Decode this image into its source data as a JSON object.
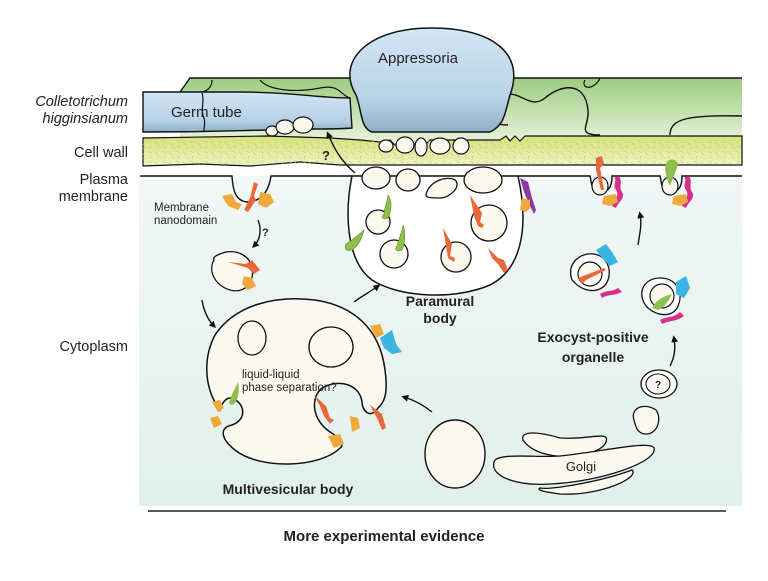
{
  "left_labels": {
    "organism_line1": "Colletotrichum",
    "organism_line2": "higginsianum",
    "cell_wall": "Cell wall",
    "plasma_membrane_line1": "Plasma",
    "plasma_membrane_line2": "membrane",
    "cytoplasm": "Cytoplasm"
  },
  "structures": {
    "germ_tube": "Germ tube",
    "appressoria": "Appressoria",
    "membrane_nanodomain_line1": "Membrane",
    "membrane_nanodomain_line2": "nanodomain",
    "paramural_body_line1": "Paramural",
    "paramural_body_line2": "body",
    "multivesicular_body": "Multivesicular body",
    "llps_line1": "liquid-liquid",
    "llps_line2": "phase separation?",
    "exocyst_line1": "Exocyst-positive",
    "exocyst_line2": "organelle",
    "golgi": "Golgi"
  },
  "question_marks": {
    "cell_wall_q": "?",
    "nanodomain_q": "?",
    "exocyst_q": "?"
  },
  "footer": {
    "evidence_axis": "More experimental evidence"
  },
  "colors": {
    "fungus_blue": "#bcd7ea",
    "plant_green": "#a9d18e",
    "cell_wall_yellow": "#dde68a",
    "cytoplasm": "#e6f2ee",
    "vesicle_fill": "#fbf9ef",
    "protein_orange": "#f0a83a",
    "protein_red_orange": "#e8683a",
    "protein_green": "#8cc04a",
    "protein_magenta": "#d4308c",
    "protein_purple": "#8a3aa0",
    "protein_cyan": "#3ab4e0"
  }
}
